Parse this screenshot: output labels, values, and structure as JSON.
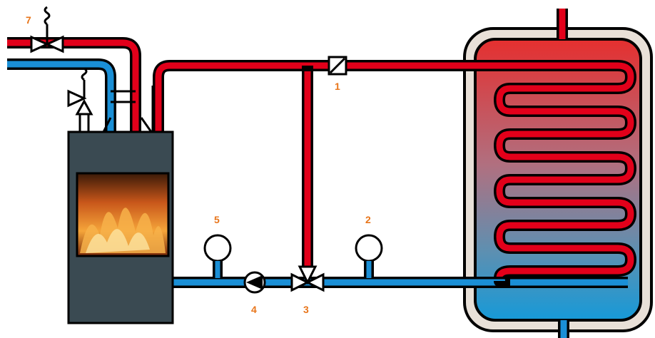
{
  "colors": {
    "hot": "#e2001a",
    "cold": "#1a8fd6",
    "outline": "#000000",
    "label": "#e8751a",
    "stove": "#3a4a52",
    "tank_shell": "#e8e0d8",
    "tank_top": "#e63a3a",
    "tank_bottom": "#1a9ad6"
  },
  "labels": {
    "one": "1",
    "two": "2",
    "three": "3",
    "four": "4",
    "five": "5",
    "seven": "7"
  }
}
